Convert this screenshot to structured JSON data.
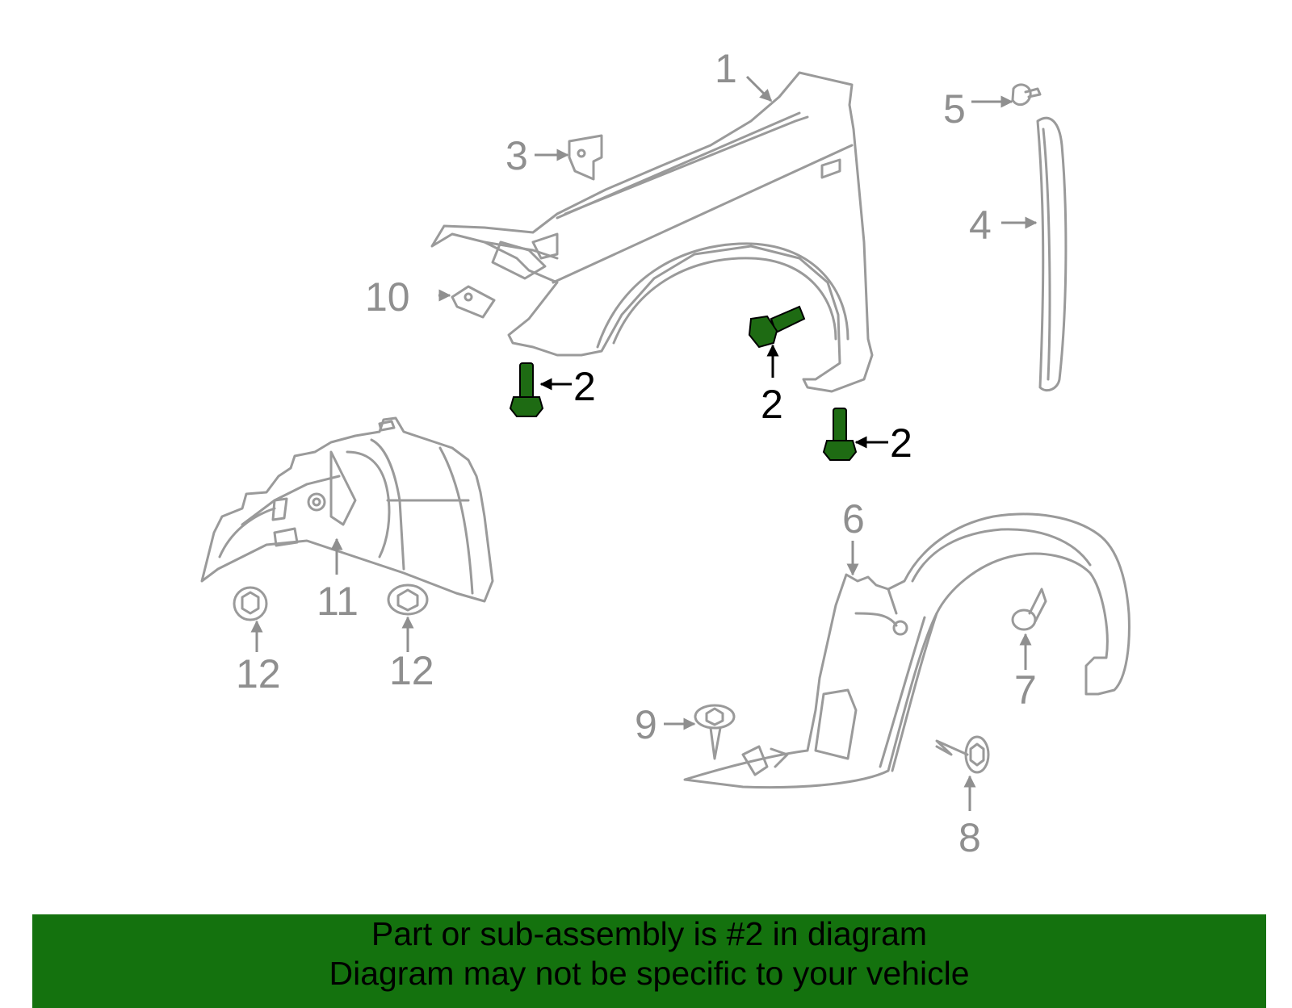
{
  "colors": {
    "line_gray": "#9a9a9a",
    "label_gray": "#8f8f8f",
    "highlight_green": "#1e6b13",
    "banner_green": "#14720e"
  },
  "callouts": {
    "c1": "1",
    "c2a": "2",
    "c2b": "2",
    "c2c": "2",
    "c3": "3",
    "c4": "4",
    "c5": "5",
    "c6": "6",
    "c7": "7",
    "c8": "8",
    "c9": "9",
    "c10": "10",
    "c11": "11",
    "c12a": "12",
    "c12b": "12"
  },
  "banner": {
    "line1": "Part or sub-assembly is #2 in diagram",
    "line2": "Diagram may not be specific to your vehicle"
  }
}
